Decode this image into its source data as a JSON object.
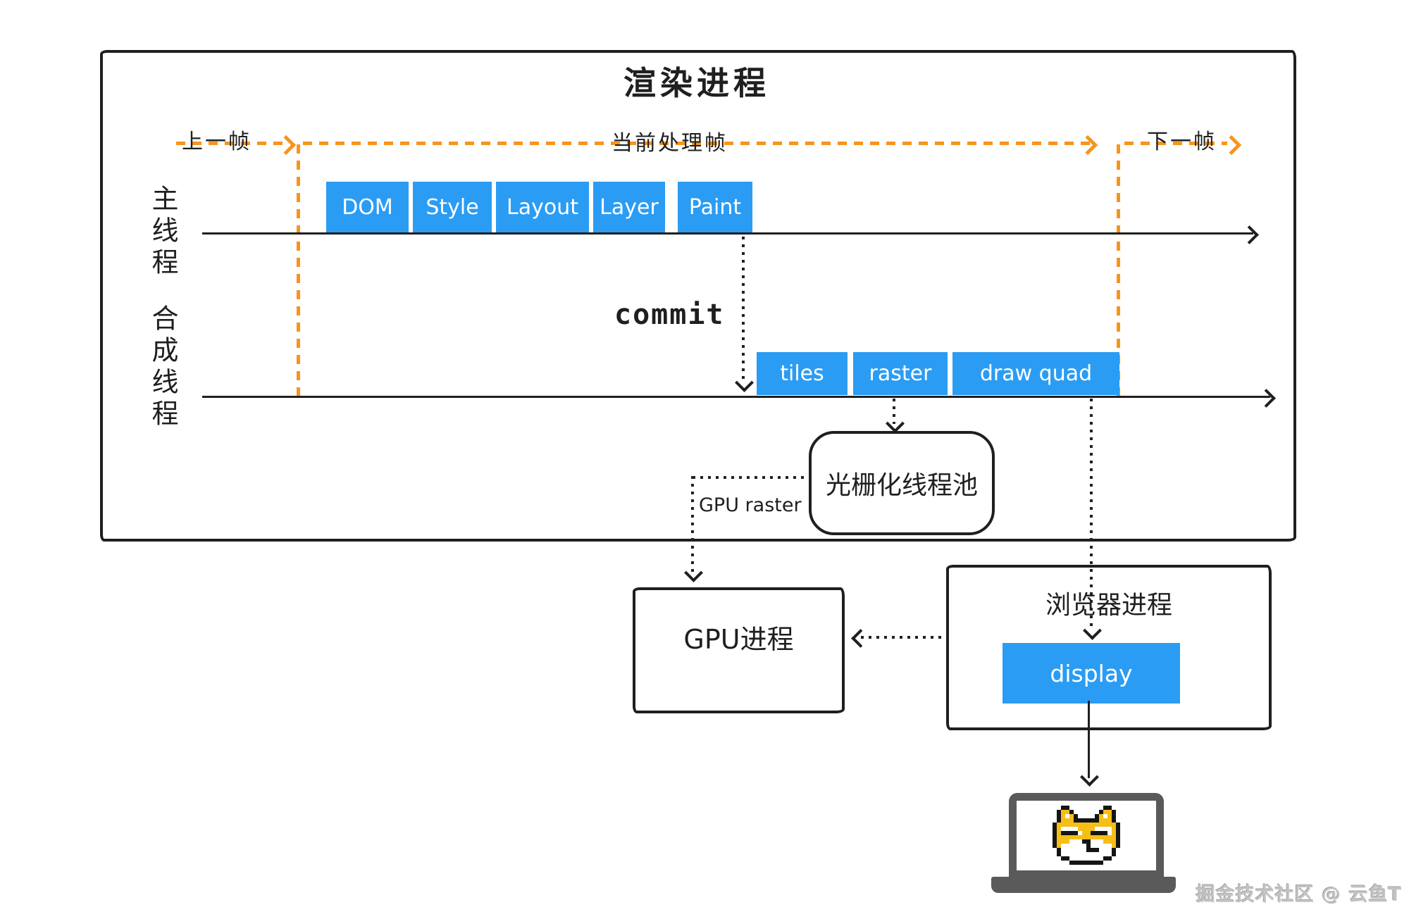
{
  "colors": {
    "task_blue": "#2B9CF3",
    "frame_orange": "#F7941E",
    "line_black": "#1F1F1F",
    "laptop_gray": "#5A5A5A"
  },
  "render_process": {
    "title": "渲染进程",
    "frames": {
      "prev": "上一帧",
      "current": "当前处理帧",
      "next": "下一帧"
    },
    "main_thread": {
      "label": "主线程",
      "tasks": [
        "DOM",
        "Style",
        "Layout",
        "Layer",
        "Paint"
      ]
    },
    "commit_label": "commit",
    "compositor_thread": {
      "label": "合成线程",
      "tasks": [
        "tiles",
        "raster",
        "draw quad"
      ]
    },
    "raster_pool_label": "光栅化线程池",
    "gpu_raster_label": "GPU raster"
  },
  "gpu_process": {
    "label": "GPU进程"
  },
  "browser_process": {
    "title": "浏览器进程",
    "display_label": "display"
  },
  "watermark": "掘金技术社区 @ 云鱼T"
}
